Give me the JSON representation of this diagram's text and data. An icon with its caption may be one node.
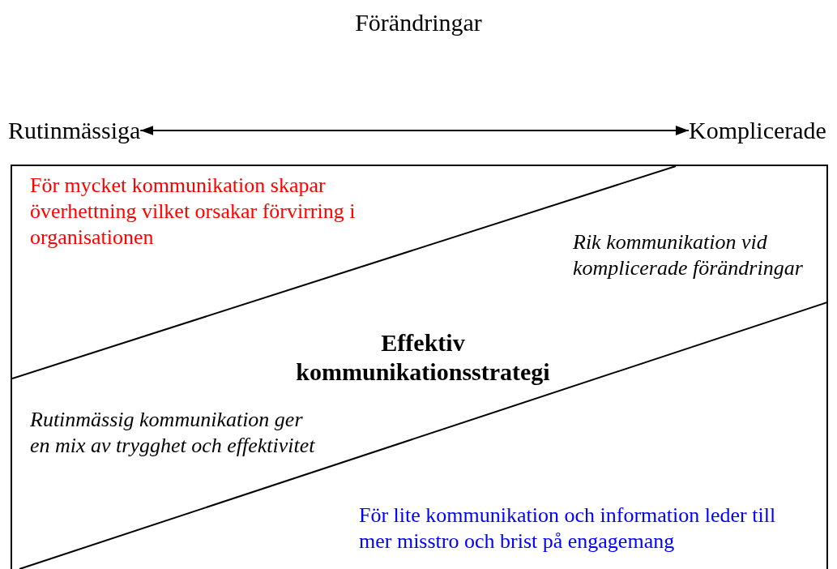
{
  "diagram": {
    "title": "Förändringar",
    "nodes": [
      {
        "text": [
          "Rutinmässiga"
        ]
      },
      {
        "text": [
          "Komplicerade"
        ]
      },
      {
        "text": [
          "För mycket kommunikation skapar överhettning vilket orsakar förvirring i organisationen",
          "Rik kommunikation vid komplicerade förändringar",
          "Effektiv kommunikationsstrategi",
          "Rutinmässig kommunikation ger en mix av trygghet och effektivitet",
          "För lite kommunikation och information leder till mer misstro och brist på engagemang"
        ]
      }
    ],
    "edges": [
      {
        "from": 0,
        "to": 1,
        "arrow": "both"
      }
    ]
  }
}
